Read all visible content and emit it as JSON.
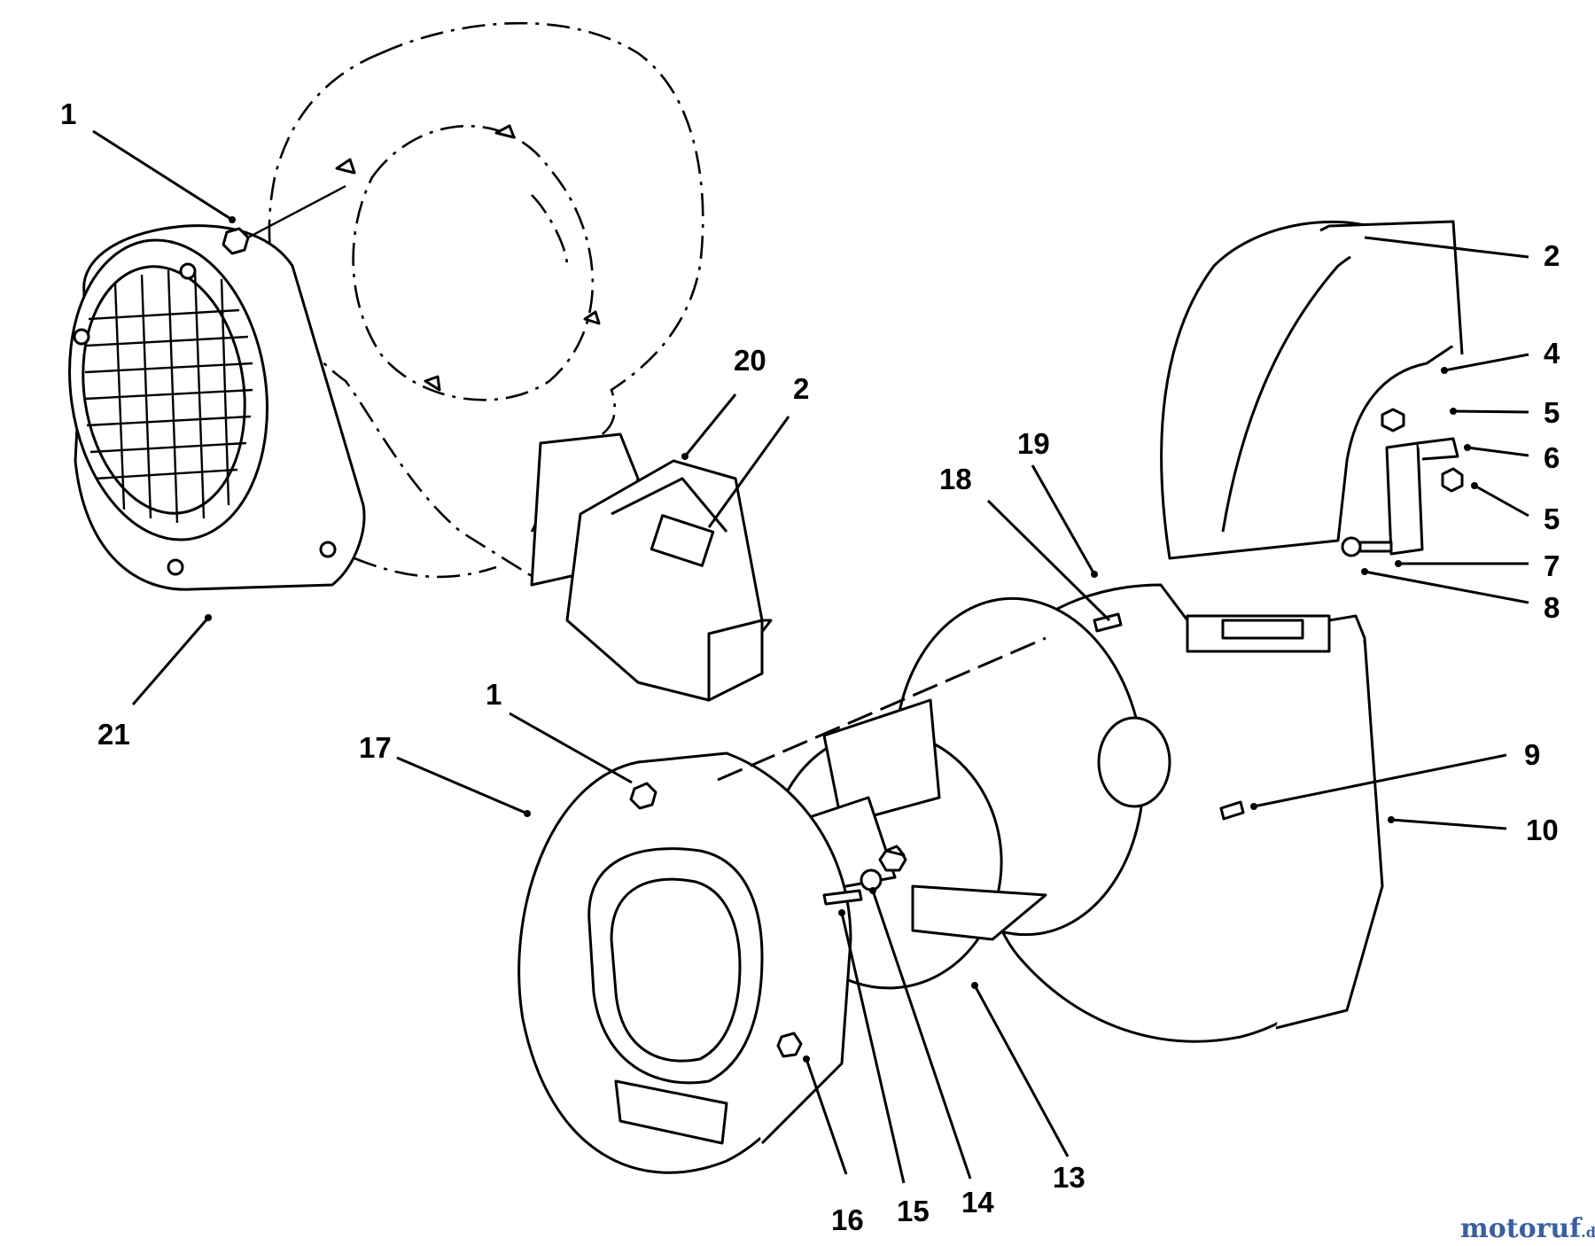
{
  "callouts": {
    "c1a": "1",
    "c21": "21",
    "c20": "20",
    "c2a": "2",
    "c2b": "2",
    "c4": "4",
    "c5a": "5",
    "c6": "6",
    "c5b": "5",
    "c7": "7",
    "c8": "8",
    "c19": "19",
    "c18": "18",
    "c1b": "1",
    "c17": "17",
    "c9": "9",
    "c10": "10",
    "c16": "16",
    "c15": "15",
    "c14": "14",
    "c13": "13"
  },
  "watermark": {
    "brand": "motoruf",
    "tld": ".de",
    "color_brand": "#3a5fa0",
    "color_dot": "#d0412a"
  }
}
